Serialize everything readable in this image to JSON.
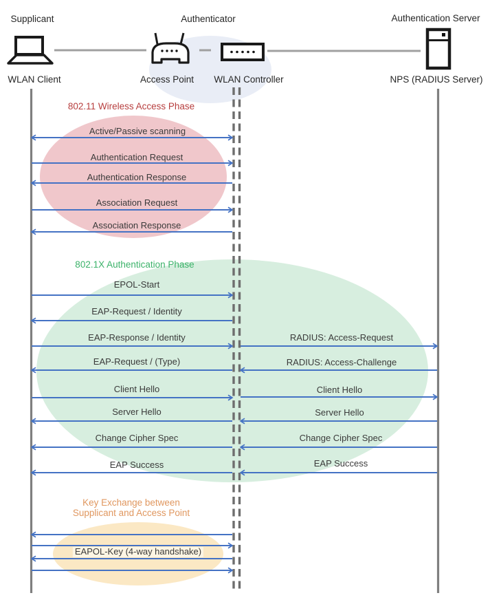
{
  "colors": {
    "arrow": "#4472C4",
    "lifeline": "#7F7F7F",
    "dashline": "#6E6E6E",
    "connector": "#A0A0A0",
    "ink": "#3A3A3A",
    "p1_title": "#B73E3E",
    "p2_title": "#3BB269",
    "p3_title": "#E0975F",
    "p1_fill": "#F0C7CB",
    "p2_fill": "#D7EEDF",
    "p3_fill": "#FBE8C4",
    "hub_fill": "#E9EDF6"
  },
  "roles": {
    "supplicant": "Supplicant",
    "authenticator": "Authenticator",
    "auth_server": "Authentication Server"
  },
  "devices": {
    "wlan_client": "WLAN Client",
    "access_point": "Access Point",
    "wlan_controller": "WLAN Controller",
    "nps": "NPS (RADIUS Server)"
  },
  "icons": {
    "client": "laptop-icon",
    "access_point": "wireless-router-icon",
    "controller": "network-switch-icon",
    "server": "server-tower-icon"
  },
  "phase1": {
    "title": "802.11 Wireless Access Phase",
    "messages": [
      "Active/Passive scanning",
      "Authentication Request",
      "Authentication Response",
      "Association Request",
      "Association Response"
    ]
  },
  "phase2": {
    "title": "802.1X Authentication Phase",
    "left_messages": [
      "EPOL-Start",
      "EAP-Request / Identity",
      "EAP-Response / Identity",
      "EAP-Request / (Type)",
      "Client Hello",
      "Server Hello",
      "Change Cipher Spec",
      "EAP Success"
    ],
    "right_messages": [
      "RADIUS: Access-Request",
      "RADIUS: Access-Challenge",
      "Client Hello",
      "Server Hello",
      "Change Cipher Spec",
      "EAP Success"
    ]
  },
  "phase3": {
    "title_line1": "Key Exchange between",
    "title_line2": "Supplicant and Access Point",
    "message": "EAPOL-Key (4-way handshake)"
  }
}
